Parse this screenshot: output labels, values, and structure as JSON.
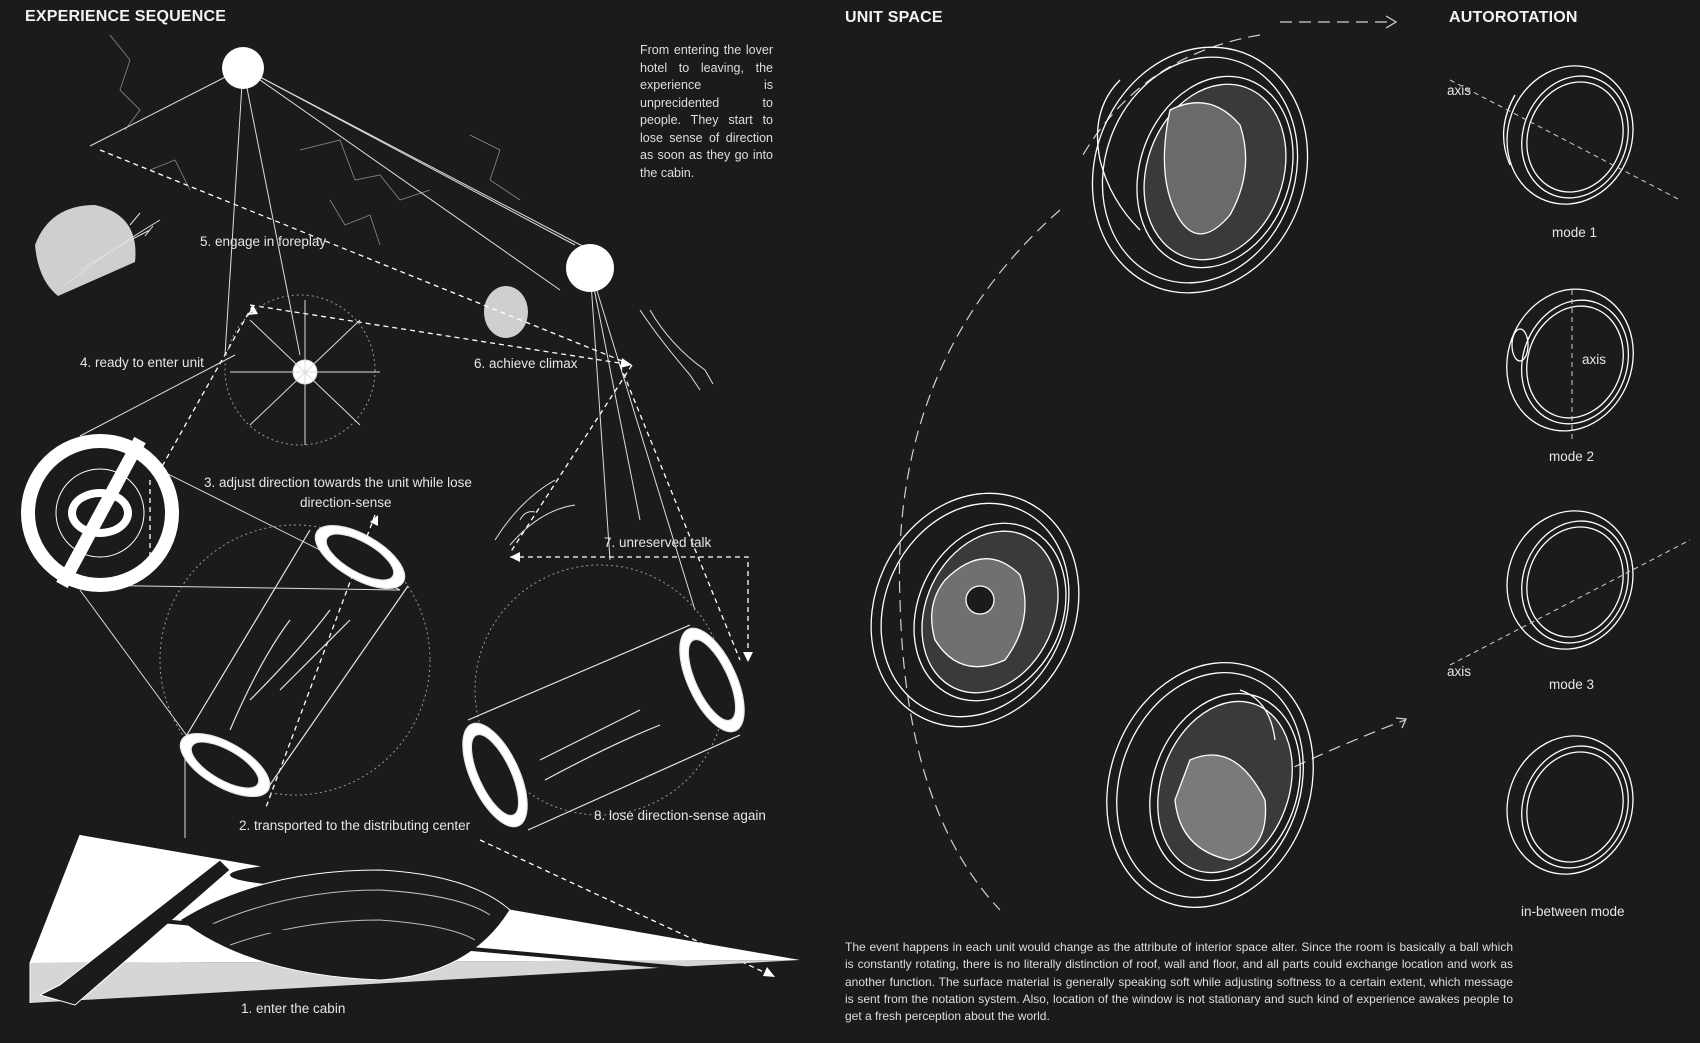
{
  "headers": {
    "experience": "EXPERIENCE SEQUENCE",
    "unit_space": "UNIT SPACE",
    "autorotation": "AUTOROTATION"
  },
  "intro_note": "From entering the lover hotel to leaving, the experience is unprecidented to people. They start to lose sense of direction as soon as they go into the cabin.",
  "steps": {
    "s1": "1. enter the cabin",
    "s2": "2. transported to the distributing center",
    "s3a": "3. adjust direction towards the unit while lose",
    "s3b": "direction-sense",
    "s4": "4. ready to enter unit",
    "s5": "5. engage in foreplay",
    "s6": "6. achieve climax",
    "s7": "7. unreserved talk",
    "s8": "8. lose direction-sense again"
  },
  "autorotation": {
    "axis_label": "axis",
    "modes": [
      "mode 1",
      "mode 2",
      "mode 3",
      "in-between mode"
    ]
  },
  "description": "The event happens in each unit would change as the attribute of interior space alter. Since the room is basically a ball which is constantly rotating, there is no literally distinction of roof, wall and floor, and all parts could exchange location and work as another function. The surface material is generally speaking soft while adjusting softness to a certain extent, which message is sent from the notation system. Also, location of the window is not stationary and such kind of experience awakes people to get a fresh perception about the world.",
  "colors": {
    "background": "#1b1b1b",
    "ink": "#ffffff",
    "gray_fill": "#cfcfcf"
  }
}
